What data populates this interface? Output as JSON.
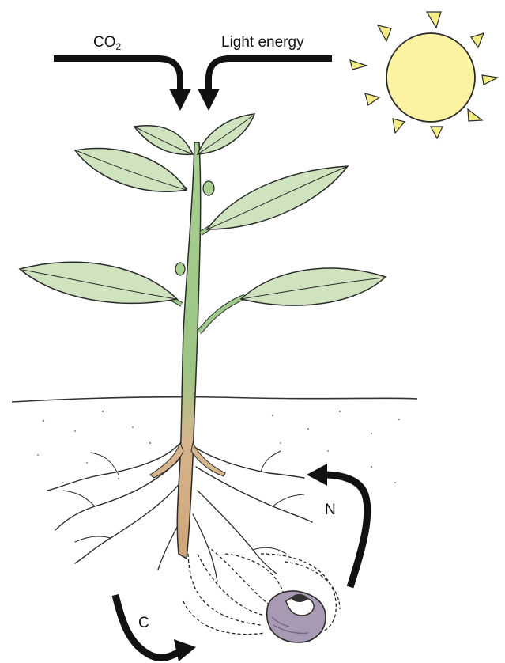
{
  "labels": {
    "co2_main": "CO",
    "co2_sub": "2",
    "light": "Light energy",
    "nitrogen": "N",
    "carbon": "C"
  },
  "colors": {
    "sun_fill": "#fbf3a2",
    "sun_ray": "#f4ec86",
    "leaf": "#cfe3bf",
    "stem": "#9fc98a",
    "root": "#d9b48e",
    "fungus": "#a99ab3",
    "arrow": "#111111",
    "outline": "#2a2a2a"
  },
  "icons": {
    "sun": "sun-icon",
    "fungus": "fungus-icon"
  }
}
